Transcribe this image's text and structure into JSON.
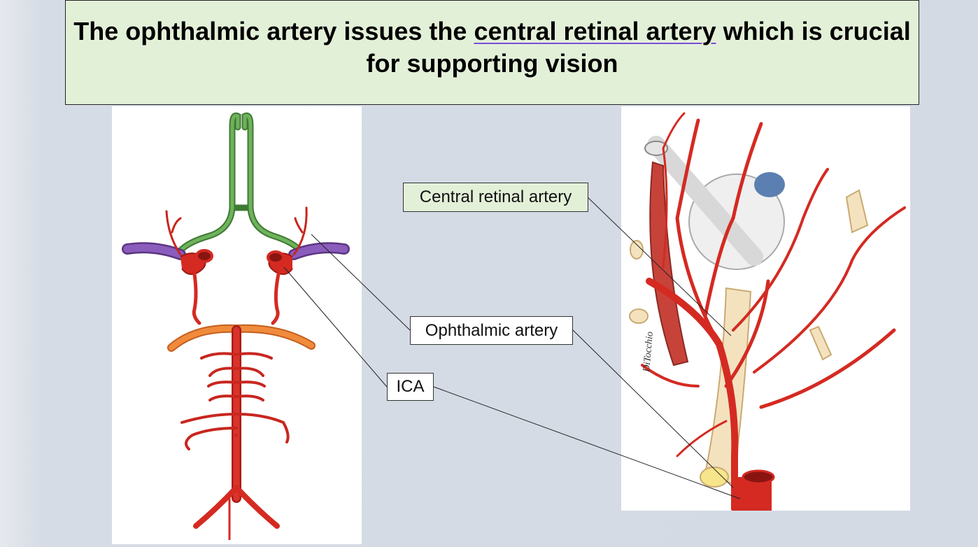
{
  "title": {
    "before": "The ophthalmic artery issues the ",
    "underlined": "central retinal artery",
    "after": " which is crucial for supporting vision"
  },
  "labels": {
    "central_retinal_artery": "Central retinal artery",
    "ophthalmic_artery": "Ophthalmic artery",
    "ica": "ICA"
  },
  "colors": {
    "title_background": "#e3f0d8",
    "underline": "#7a4fd6",
    "artery": "#d42a22",
    "optic_tract": "#5a9a4a",
    "purple_vessel": "#7d4fa8",
    "orange_vessel": "#ea7c33",
    "nerve": "#f4e2bf"
  }
}
